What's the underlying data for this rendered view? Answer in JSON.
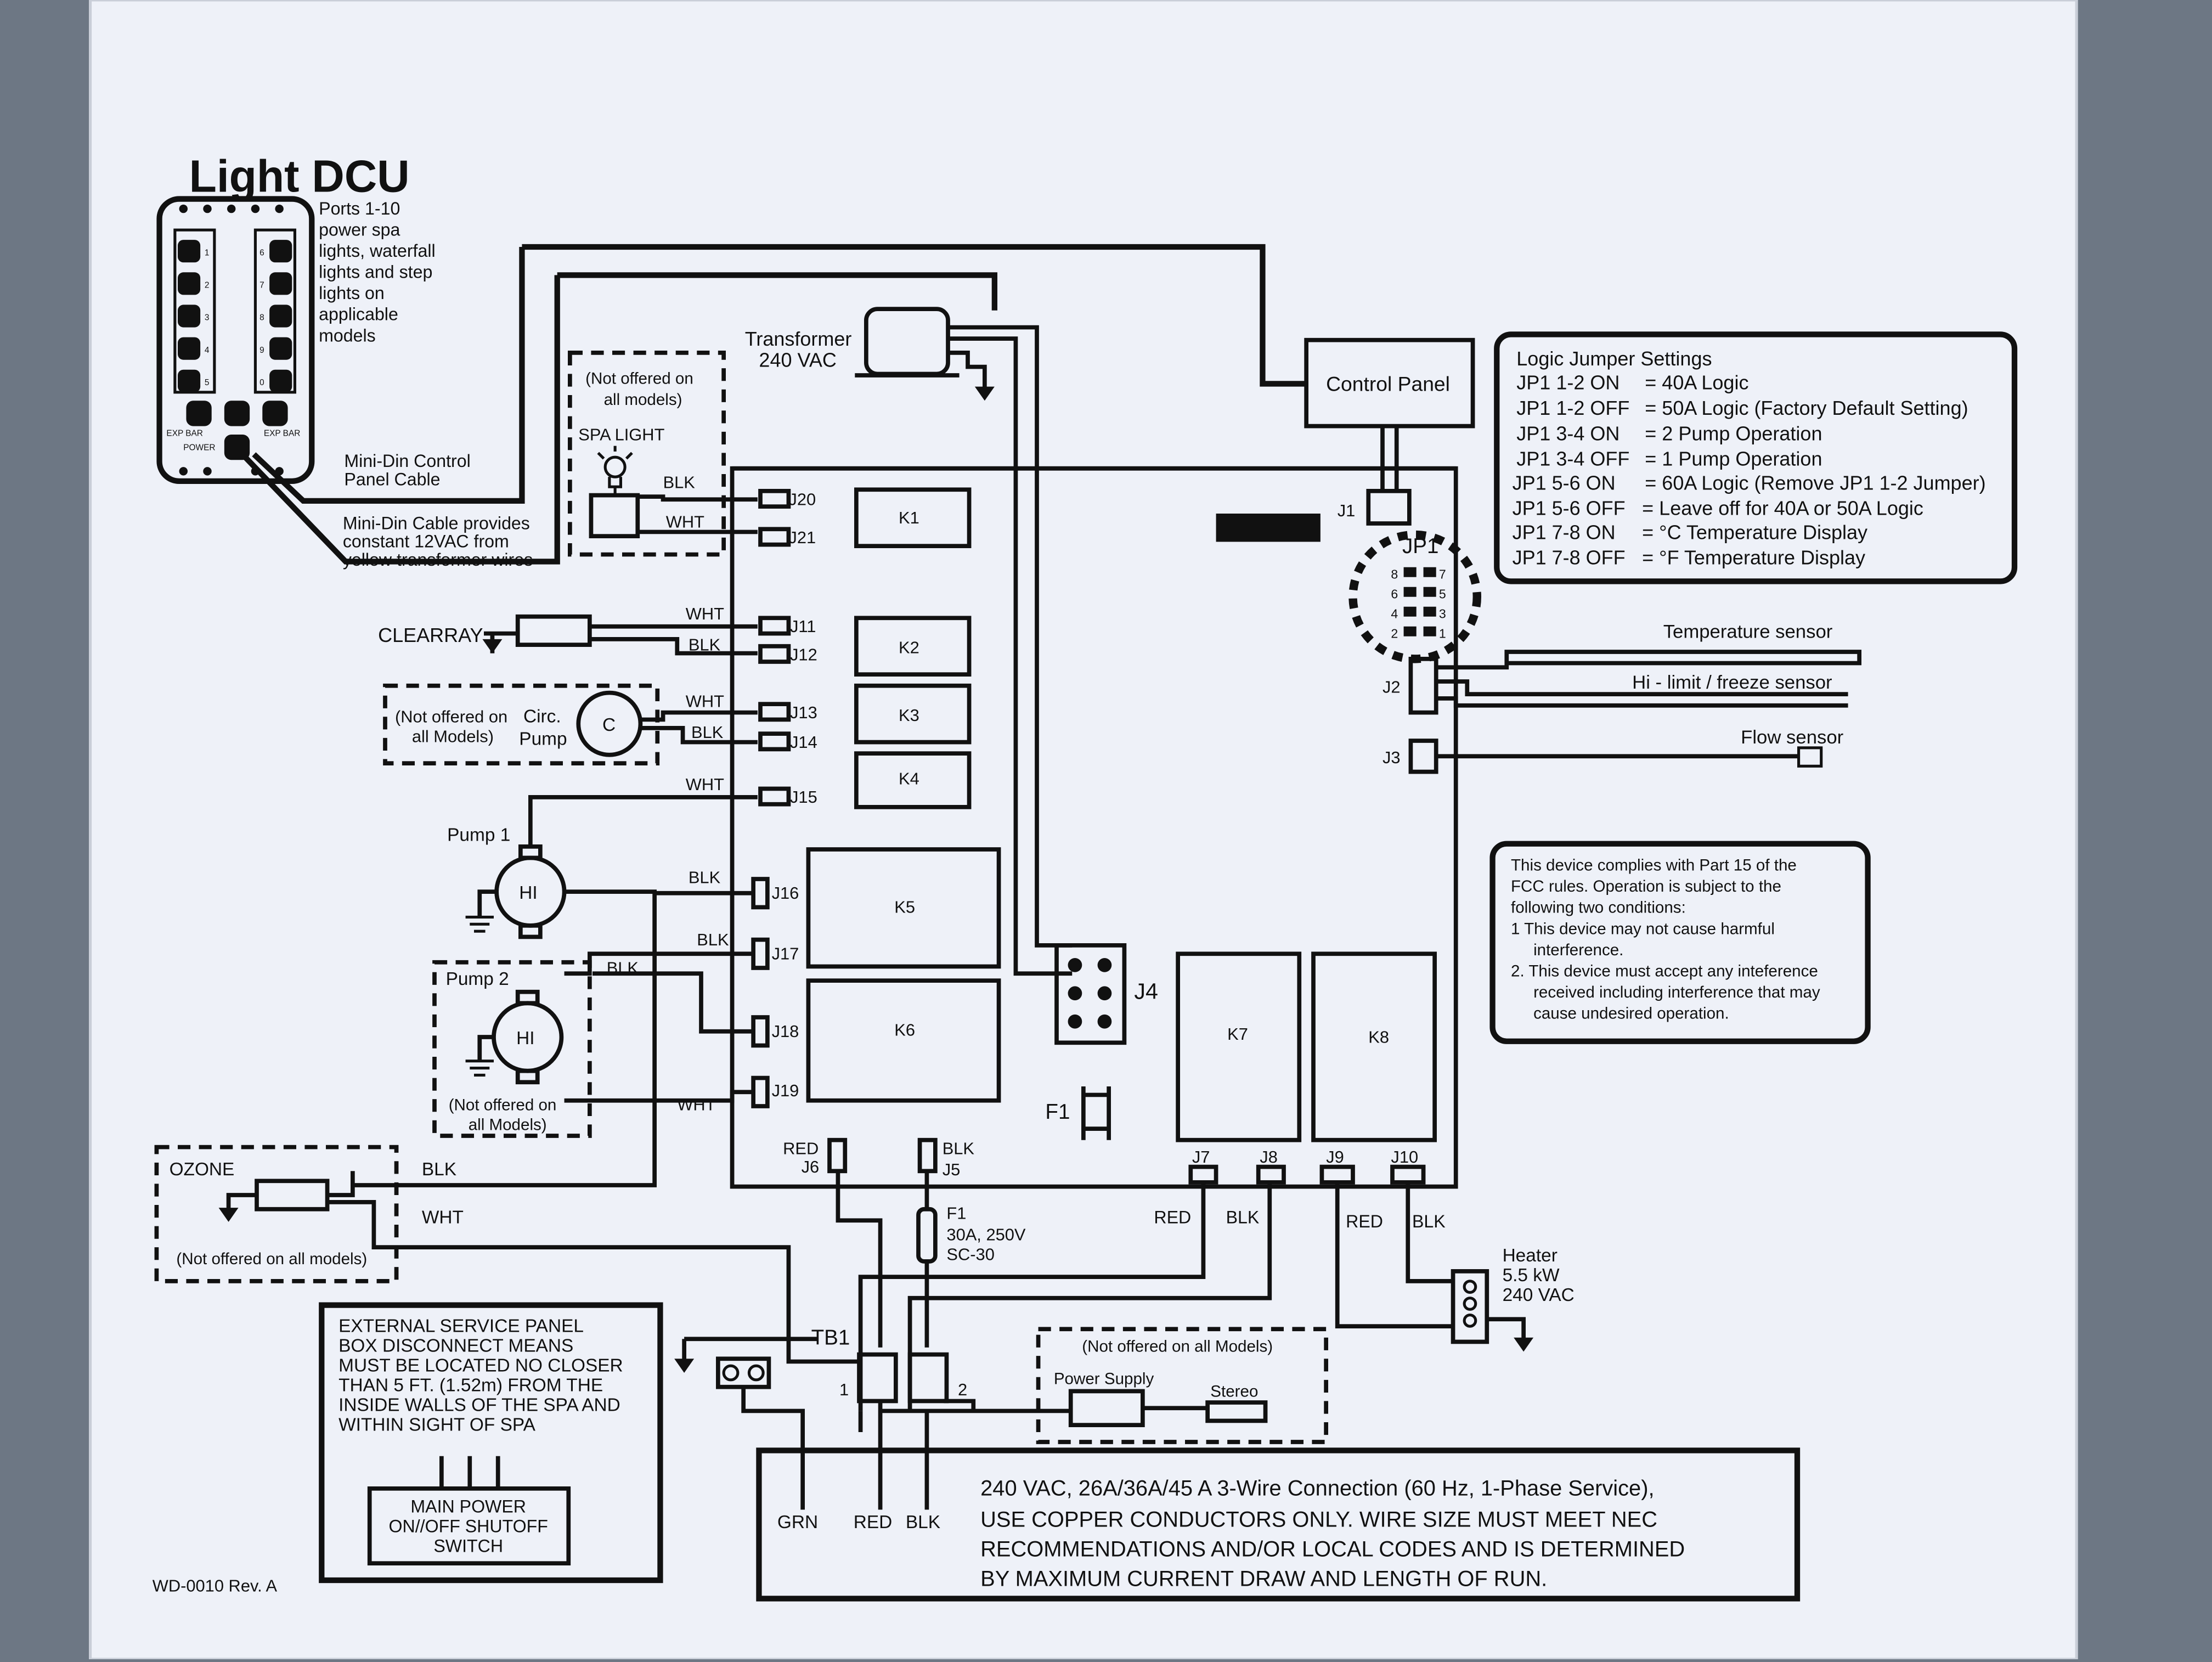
{
  "dcu": {
    "title": "Light DCU",
    "ports_text": [
      "Ports 1-10",
      "power spa",
      "lights, waterfall",
      "lights and step",
      "lights on",
      "applicable",
      "models"
    ],
    "port_numbers_left": [
      "1",
      "2",
      "3",
      "4",
      "5"
    ],
    "port_numbers_right": [
      "6",
      "7",
      "8",
      "9",
      "0"
    ],
    "exp_bar": "EXP BAR",
    "power": "POWER",
    "mini_din_control": [
      "Mini-Din Control",
      "Panel Cable"
    ],
    "mini_din_cable": [
      "Mini-Din Cable provides",
      "constant 12VAC from",
      "yellow transformer wires"
    ]
  },
  "transformer": {
    "line1": "Transformer",
    "line2": "240 VAC"
  },
  "control_panel": "Control Panel",
  "spa_light": {
    "note": [
      "(Not offered on",
      "all models)"
    ],
    "label": "SPA LIGHT"
  },
  "wire_labels": {
    "blk": "BLK",
    "wht": "WHT",
    "red": "RED",
    "grn": "GRN"
  },
  "connectors": {
    "j1": "J1",
    "j2": "J2",
    "j3": "J3",
    "j4": "J4",
    "j5": "J5",
    "j6": "J6",
    "j7": "J7",
    "j8": "J8",
    "j9": "J9",
    "j10": "J10",
    "j11": "J11",
    "j12": "J12",
    "j13": "J13",
    "j14": "J14",
    "j15": "J15",
    "j16": "J16",
    "j17": "J17",
    "j18": "J18",
    "j19": "J19",
    "j20": "J20",
    "j21": "J21",
    "jp1": "JP1"
  },
  "jp1_pins": {
    "left": [
      "8",
      "6",
      "4",
      "2"
    ],
    "right": [
      "7",
      "5",
      "3",
      "1"
    ]
  },
  "relays": {
    "k1": "K1",
    "k2": "K2",
    "k3": "K3",
    "k4": "K4",
    "k5": "K5",
    "k6": "K6",
    "k7": "K7",
    "k8": "K8"
  },
  "clearray": "CLEARRAY",
  "circ_pump": {
    "note": [
      "(Not offered on",
      "all Models)"
    ],
    "label": [
      "Circ.",
      "Pump"
    ],
    "symbol": "C"
  },
  "pump1": {
    "label": "Pump 1",
    "symbol": "HI"
  },
  "pump2": {
    "label": "Pump 2",
    "symbol": "HI",
    "note": [
      "(Not offered on",
      "all Models)"
    ]
  },
  "ozone": {
    "label": "OZONE",
    "note": "(Not offered on all models)"
  },
  "logic_jumper": {
    "title": "Logic Jumper Settings",
    "rows": [
      {
        "k": "JP1 1-2 ON",
        "v": "= 40A Logic"
      },
      {
        "k": "JP1 1-2 OFF",
        "v": "= 50A Logic (Factory Default Setting)"
      },
      {
        "k": "JP1 3-4 ON",
        "v": "= 2 Pump Operation"
      },
      {
        "k": "JP1 3-4 OFF",
        "v": "= 1 Pump Operation"
      },
      {
        "k": "JP1 5-6 ON",
        "v": "= 60A Logic (Remove JP1 1-2 Jumper)"
      },
      {
        "k": "JP1 5-6 OFF",
        "v": "= Leave off for 40A or 50A Logic"
      },
      {
        "k": "JP1 7-8 ON",
        "v": "= °C Temperature Display"
      },
      {
        "k": "JP1 7-8 OFF",
        "v": "= °F Temperature Display"
      }
    ]
  },
  "sensors": {
    "temp": "Temperature sensor",
    "hilimit": "Hi - limit / freeze sensor",
    "flow": "Flow sensor"
  },
  "fcc": [
    "This device complies with Part 15 of the",
    "FCC rules.  Operation is subject to the",
    "following two conditions:",
    "1   This device may not cause harmful",
    "     interference.",
    "2.  This device must accept any inteference",
    "     received including interference that may",
    "     cause undesired operation."
  ],
  "fuse_f1": "F1",
  "fuse_spec": [
    "F1",
    "30A, 250V",
    "SC-30"
  ],
  "heater": [
    "Heater",
    "5.5 kW",
    "240 VAC"
  ],
  "tb1": {
    "label": "TB1",
    "t1": "1",
    "t2": "2"
  },
  "options_box": {
    "note": "(Not offered on all Models)",
    "power_supply": "Power Supply",
    "stereo": "Stereo"
  },
  "external_panel": [
    "EXTERNAL SERVICE PANEL",
    "BOX DISCONNECT MEANS",
    "MUST BE LOCATED NO CLOSER",
    "THAN 5 FT. (1.52m) FROM THE",
    "INSIDE WALLS OF THE SPA AND",
    "WITHIN SIGHT OF SPA"
  ],
  "main_power": [
    "MAIN POWER",
    "ON//OFF SHUTOFF",
    "SWITCH"
  ],
  "service": [
    "240 VAC, 26A/36A/45 A 3-Wire Connection (60 Hz, 1-Phase Service),",
    "USE COPPER CONDUCTORS ONLY. WIRE SIZE MUST MEET NEC",
    "RECOMMENDATIONS AND/OR LOCAL CODES AND IS DETERMINED",
    "BY MAXIMUM CURRENT DRAW AND LENGTH OF RUN."
  ],
  "doc_id": "WD-0010 Rev. A"
}
